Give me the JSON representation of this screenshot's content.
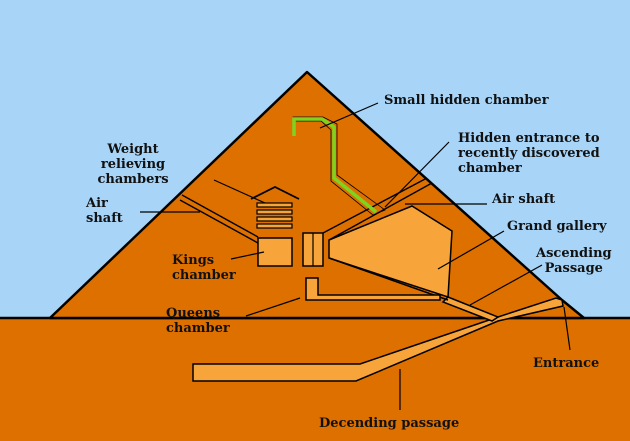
{
  "colors": {
    "sky": "#a8d4f8",
    "pyramid": "#de7000",
    "ground": "#de7000",
    "chamber_fill": "#f7a43a",
    "outline": "#000000",
    "hidden_chamber_highlight": "#7ed321"
  },
  "labels": {
    "small_hidden_chamber": "Small hidden chamber",
    "hidden_entrance_1": "Hidden entrance to",
    "hidden_entrance_2": "recently discovered",
    "hidden_entrance_3": "chamber",
    "weight_1": "Weight",
    "weight_2": "relieving",
    "weight_3": "chambers",
    "air_shaft_left_1": "Air",
    "air_shaft_left_2": "shaft",
    "air_shaft_right": "Air shaft",
    "grand_gallery": "Grand gallery",
    "kings_1": "Kings",
    "kings_2": "chamber",
    "ascending_1": "Ascending",
    "ascending_2": "Passage",
    "queens_1": "Queens",
    "queens_2": "chamber",
    "entrance": "Entrance",
    "decending_passage": "Decending passage"
  }
}
